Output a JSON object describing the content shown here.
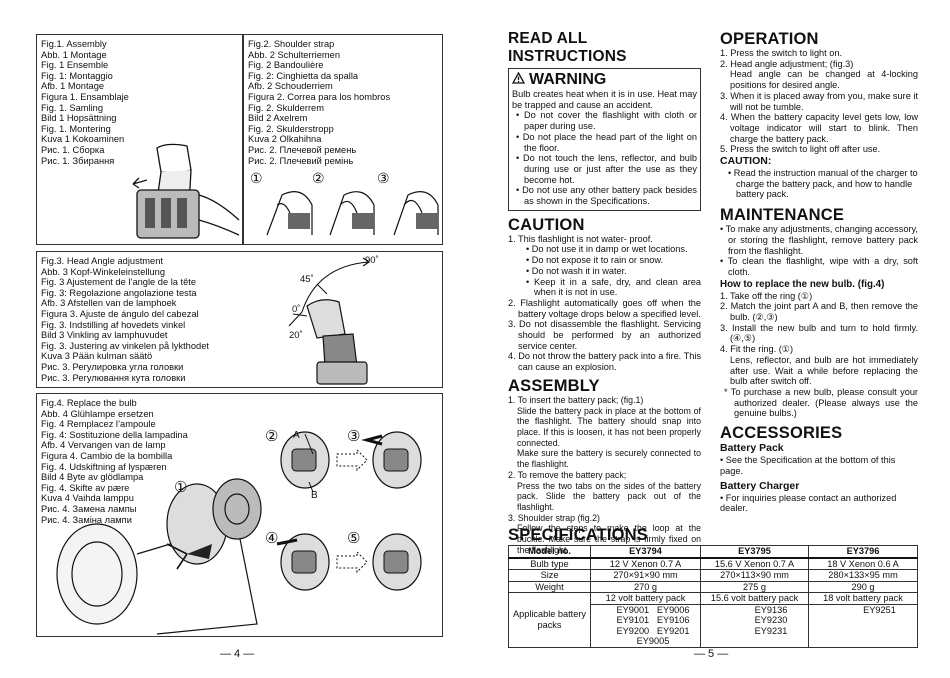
{
  "left_page": {
    "fig1_captions": [
      "Fig.1. Assembly",
      "Abb. 1 Montage",
      "Fig. 1 Ensemble",
      "Fig. 1: Montaggio",
      "Afb. 1 Montage",
      "Figura 1.  Ensamblaje",
      "Fig. 1.  Samling",
      "Bild 1 Hopsättning",
      "Fig. 1. Montering",
      "Kuva 1 Kokoaminen",
      "Рис. 1. Сборка",
      "Рис. 1. Збирання"
    ],
    "fig2_captions": [
      "Fig.2. Shoulder strap",
      "Abb. 2 Schulterriemen",
      "Fig. 2 Bandoulière",
      "Fig. 2: Cinghietta da spalla",
      "Afb. 2 Schouderriem",
      "Figura 2.  Correa para los hombros",
      "Fig. 2. Skulderrem",
      "Bild 2 Axelrem",
      "Fig. 2. Skulderstropp",
      "Kuva 2 Olkahihna",
      "Рис. 2. Плечевой ремень",
      "Рис. 2. Плечевий ремінь"
    ],
    "fig2_steps": [
      "①",
      "②",
      "③"
    ],
    "fig3_captions": [
      "Fig.3. Head Angle adjustment",
      "Abb. 3 Kopf-Winkeleinstellung",
      "Fig. 3 Ajustement de l’angle de la tête",
      "Fig. 3: Regolazione angolazione testa",
      "Afb. 3 Afstellen van de lamphoek",
      "Figura 3.  Ajuste de ángulo del cabezal",
      "Fig. 3. Indstilling af hovedets vinkel",
      "Bild 3 Vinkling av lamphuvudet",
      "Fig. 3. Justering av vinkelen på lykthodet",
      "Kuva 3 Pään kulman säätö",
      "Рис. 3. Регулировка угла головки",
      "Рис. 3. Регулювання кута головки"
    ],
    "fig3_angles": [
      "90˚",
      "45˚",
      "0˚",
      "20˚"
    ],
    "fig4_captions": [
      "Fig.4. Replace the bulb",
      "Abb. 4 Glühlampe ersetzen",
      "Fig. 4 Remplacez l’ampoule",
      "Fig. 4: Sostituzione della lampadina",
      "Afb. 4 Vervangen van de lamp",
      "Figura 4.  Cambio de la bombilla",
      "Fig. 4. Udskiftning af lyspæren",
      "Bild 4 Byte av glödlampa",
      "Fig. 4. Skifte av pære",
      "Kuva 4 Vaihda lamppu",
      "Рис. 4. Замена лампы",
      "Рис. 4. Заміна лампи"
    ],
    "fig4_steps": [
      "①",
      "②",
      "③",
      "④",
      "⑤"
    ],
    "fig4_labels": [
      "A",
      "B"
    ],
    "page_number": "— 4 —"
  },
  "right_page": {
    "read_all": "READ ALL INSTRUCTIONS",
    "warning_title": "WARNING",
    "warning_intro": "Bulb creates heat when it is in use. Heat may be trapped and cause an accident.",
    "warning_items": [
      "• Do not cover the flashlight with cloth or paper during use.",
      "• Do not place the head part of the light on the floor.",
      "• Do not touch the lens, reflector, and bulb during use or just after the use as they become hot.",
      "• Do not use any other battery pack besides as shown in the Specifications."
    ],
    "caution_title": "CAUTION",
    "caution_1": "1. This flashlight is not water- proof.",
    "caution_1_items": [
      "• Do not use it in damp or wet locations.",
      "• Do not expose it to rain or snow.",
      "• Do not wash it in water.",
      "• Keep it in a safe, dry, and clean area when it is not in use."
    ],
    "caution_rest": [
      "2. Flashlight automatically goes off when the battery voltage drops below a specified level.",
      "3. Do not disassemble the flashlight. Servicing should be performed by an authorized service center.",
      "4. Do not throw the battery pack into a fire. This can cause an explosion."
    ],
    "assembly_title": "ASSEMBLY",
    "assembly_1": "1. To insert the battery pack; (fig.1)",
    "assembly_1_body": "Slide the battery pack in place at the bottom of the flashlight. The battery should snap into place. If this is loosen, it has not been properly connected.",
    "assembly_1_body2": "Make sure the battery is securely connected to the flashlight.",
    "assembly_2": "2. To remove the battery pack;",
    "assembly_2_body": "Press the two tabs on the sides of the battery pack. Slide the battery pack out of the flashlight.",
    "assembly_3": "3. Shoulder strap (fig.2)",
    "assembly_3_body": "Follow the steps to make the loop at the buckle. Make sure the strap is firmly fixed on the flashlight.",
    "operation_title": "OPERATION",
    "operation_items": [
      "1. Press the switch to light on.",
      "2. Head angle adjustment; (fig.3)"
    ],
    "operation_2_body": "Head angle can be changed at 4-locking positions for desired angle.",
    "operation_items_2": [
      "3. When it is placed away from you, make sure it will not be tumble.",
      "4. When the battery capacity level gets low, low voltage indicator will start to blink. Then charge the battery pack.",
      "5. Press the switch to light off after use."
    ],
    "op_caution_title": "CAUTION:",
    "op_caution_item": "• Read the instruction manual of the charger to charge the battery pack, and how to handle battery pack.",
    "maintenance_title": "MAINTENANCE",
    "maintenance_items": [
      "• To make any adjustments, changing accessory, or storing the flashlight, remove battery pack from the flashlight.",
      "• To clean the flashlight, wipe with a dry, soft cloth."
    ],
    "bulb_title": "How to replace the new bulb. (fig.4)",
    "bulb_items": [
      "1. Take off the ring (①)",
      "2. Match the joint part A and B, then remove the bulb. (②,③)",
      "3. Install the new bulb and turn to hold firmly. (④,⑤)",
      "4. Fit the ring. (①)"
    ],
    "bulb_4_body": "Lens, reflector, and bulb are hot immediately after use. Wait a while before replacing the bulb after switch off.",
    "bulb_note": "* To purchase a new bulb, please consult your authorized dealer. (Please always use the genuine bulbs.)",
    "accessories_title": "ACCESSORIES",
    "battery_pack_title": "Battery Pack",
    "battery_pack_text": "• See the Specification at the bottom of this page.",
    "battery_charger_title": "Battery Charger",
    "battery_charger_text": "• For inquiries please contact an authorized dealer.",
    "spec_title": "SPECIFICATIONS",
    "spec": {
      "model_label": "Model no.",
      "models": [
        "EY3794",
        "EY3795",
        "EY3796"
      ],
      "rows": [
        {
          "label": "Bulb type",
          "values": [
            "12 V Xenon 0.7 A",
            "15.6 V  Xenon 0.7 A",
            "18 V  Xenon 0.6 A"
          ]
        },
        {
          "label": "Size",
          "values": [
            "270×91×90 mm",
            "270×113×90 mm",
            "280×133×95 mm"
          ]
        },
        {
          "label": "Weight",
          "values": [
            "270 g",
            "275 g",
            "290 g"
          ]
        }
      ],
      "battery_label": "Applicable battery packs",
      "battery_types": [
        "12 volt battery pack",
        "15.6 volt battery pack",
        "18 volt battery pack"
      ],
      "battery_models": [
        [
          "EY9001   EY9006",
          "EY9101   EY9106",
          "EY9200   EY9201",
          "EY9005"
        ],
        [
          "EY9136",
          "EY9230",
          "EY9231"
        ],
        [
          "EY9251"
        ]
      ]
    },
    "page_number": "— 5 —"
  }
}
